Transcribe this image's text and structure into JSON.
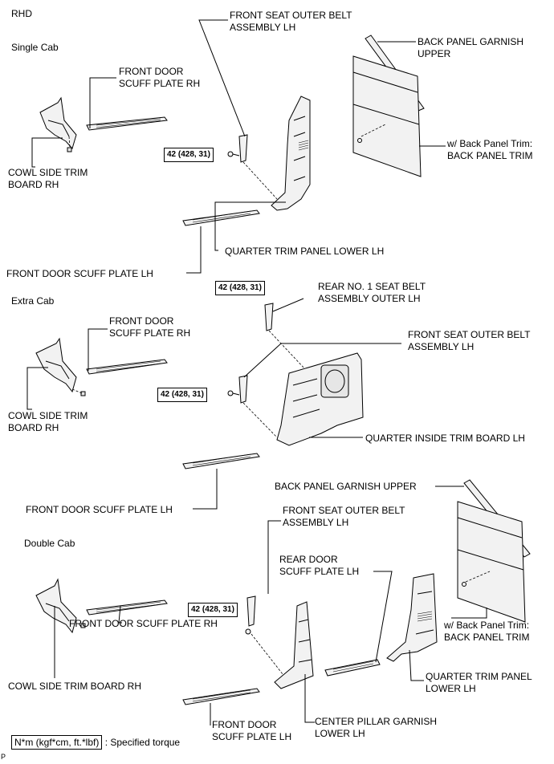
{
  "header": {
    "rhd": "RHD"
  },
  "sections": {
    "single_cab": "Single Cab",
    "extra_cab": "Extra Cab",
    "double_cab": "Double Cab"
  },
  "labels": {
    "single_front_seat_belt": "FRONT SEAT OUTER BELT\nASSEMBLY LH",
    "single_back_panel_garnish": "BACK PANEL GARNISH\nUPPER",
    "single_front_door_scuff_rh": "FRONT DOOR\nSCUFF PLATE RH",
    "single_back_panel_trim": "w/ Back Panel Trim:\nBACK PANEL TRIM",
    "single_cowl_side_trim": "COWL SIDE TRIM\nBOARD RH",
    "single_quarter_trim_panel": "QUARTER TRIM PANEL LOWER LH",
    "single_front_door_scuff_lh": "FRONT DOOR SCUFF PLATE LH",
    "extra_rear_seat_belt": "REAR NO. 1 SEAT BELT\nASSEMBLY OUTER LH",
    "extra_front_door_scuff_rh": "FRONT DOOR\nSCUFF PLATE RH",
    "extra_front_seat_belt": "FRONT SEAT OUTER BELT\nASSEMBLY LH",
    "extra_cowl_side_trim": "COWL SIDE TRIM\nBOARD RH",
    "extra_quarter_inside_trim": "QUARTER INSIDE TRIM BOARD LH",
    "extra_front_door_scuff_lh": "FRONT DOOR SCUFF PLATE LH",
    "double_back_panel_garnish": "BACK PANEL GARNISH UPPER",
    "double_front_seat_belt": "FRONT SEAT OUTER BELT\nASSEMBLY LH",
    "double_rear_door_scuff": "REAR DOOR\nSCUFF PLATE LH",
    "double_front_door_scuff_rh": "FRONT DOOR SCUFF PLATE RH",
    "double_back_panel_trim": "w/ Back Panel Trim:\nBACK PANEL TRIM",
    "double_quarter_trim_panel": "QUARTER TRIM PANEL\nLOWER LH",
    "double_cowl_side_trim": "COWL SIDE TRIM BOARD RH",
    "double_center_pillar": "CENTER PILLAR GARNISH\nLOWER LH",
    "double_front_door_scuff_lh": "FRONT DOOR\nSCUFF PLATE LH"
  },
  "torque": {
    "t1": "42 (428, 31)",
    "t2": "42 (428, 31)",
    "t3": "42 (428, 31)",
    "t4": "42 (428, 31)"
  },
  "legend": {
    "box": "N*m (kgf*cm, ft.*lbf)",
    "text": ": Specified torque"
  },
  "footer": {
    "corner": "P"
  }
}
